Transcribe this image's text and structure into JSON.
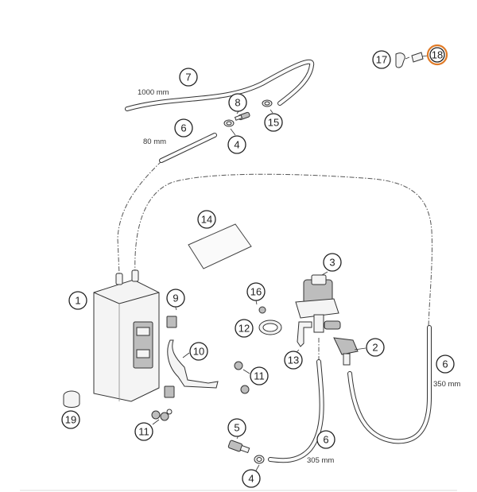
{
  "colors": {
    "highlight": "#e07a26",
    "line": "#333333"
  },
  "callouts": [
    {
      "id": "c1",
      "label": "1"
    },
    {
      "id": "c2",
      "label": "2"
    },
    {
      "id": "c3",
      "label": "3"
    },
    {
      "id": "c4a",
      "label": "4"
    },
    {
      "id": "c4b",
      "label": "4"
    },
    {
      "id": "c5",
      "label": "5"
    },
    {
      "id": "c6a",
      "label": "6"
    },
    {
      "id": "c6b",
      "label": "6"
    },
    {
      "id": "c6c",
      "label": "6"
    },
    {
      "id": "c7",
      "label": "7"
    },
    {
      "id": "c8",
      "label": "8"
    },
    {
      "id": "c9",
      "label": "9"
    },
    {
      "id": "c10",
      "label": "10"
    },
    {
      "id": "c11a",
      "label": "11"
    },
    {
      "id": "c11b",
      "label": "11"
    },
    {
      "id": "c12",
      "label": "12"
    },
    {
      "id": "c13",
      "label": "13"
    },
    {
      "id": "c14",
      "label": "14"
    },
    {
      "id": "c15",
      "label": "15"
    },
    {
      "id": "c16",
      "label": "16"
    },
    {
      "id": "c17",
      "label": "17"
    },
    {
      "id": "c18",
      "label": "18",
      "highlighted": true
    },
    {
      "id": "c19",
      "label": "19"
    }
  ],
  "dimensions": {
    "hose7": "1000 mm",
    "hose6_top": "80 mm",
    "hose6_right": "350 mm",
    "hose6_bottom": "305 mm"
  }
}
